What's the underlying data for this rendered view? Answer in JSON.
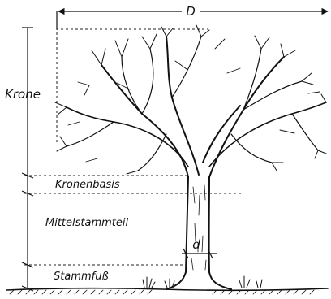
{
  "labels": {
    "width_symbol": "D",
    "crown": "Krone",
    "crown_base": "Kronenbasis",
    "middle_trunk": "Mittelstammteil",
    "trunk_foot": "Stammfuß",
    "diameter_symbol": "d"
  },
  "colors": {
    "ink": "#111111",
    "background": "#ffffff"
  }
}
